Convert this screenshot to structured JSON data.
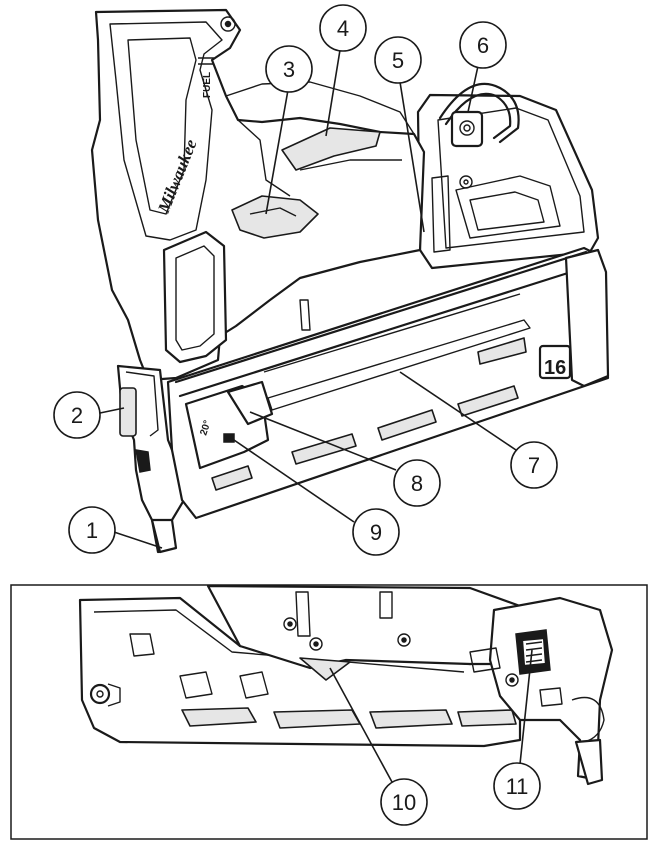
{
  "diagram": {
    "brand_text": "Milwaukee",
    "side_text": "FUEL",
    "gauge_mark": "16",
    "angle_text": "20°",
    "callouts": [
      {
        "id": "1",
        "label": "1"
      },
      {
        "id": "2",
        "label": "2"
      },
      {
        "id": "3",
        "label": "3"
      },
      {
        "id": "4",
        "label": "4"
      },
      {
        "id": "5",
        "label": "5"
      },
      {
        "id": "6",
        "label": "6"
      },
      {
        "id": "7",
        "label": "7"
      },
      {
        "id": "8",
        "label": "8"
      },
      {
        "id": "9",
        "label": "9"
      },
      {
        "id": "10",
        "label": "10"
      },
      {
        "id": "11",
        "label": "11"
      }
    ]
  }
}
